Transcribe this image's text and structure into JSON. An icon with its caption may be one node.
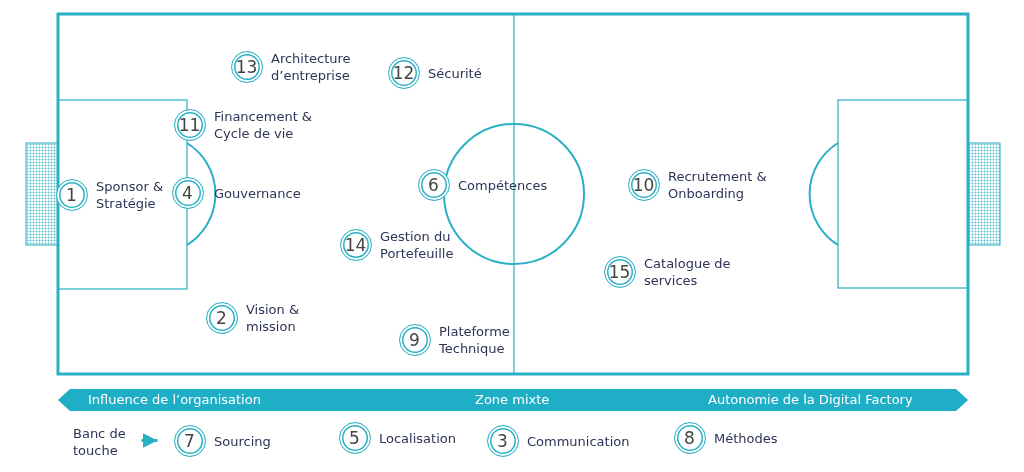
{
  "diagram": {
    "nodes": [
      {
        "text": [
          "13"
        ],
        "beside": [
          "Architecture d’entreprise"
        ]
      },
      {
        "text": [
          "12"
        ],
        "beside": [
          "Sécurité"
        ]
      },
      {
        "text": [
          "11"
        ],
        "beside": [
          "Financement & Cycle de vie"
        ]
      },
      {
        "text": [
          "1"
        ],
        "beside": [
          "Sponsor & Stratégie"
        ]
      },
      {
        "text": [
          "4"
        ],
        "beside": [
          "Gouvernance"
        ]
      },
      {
        "text": [
          "6"
        ],
        "beside": [
          "Compétences"
        ]
      },
      {
        "text": [
          "10"
        ],
        "beside": [
          "Recrutement & Onboarding"
        ]
      },
      {
        "text": [
          "14"
        ],
        "beside": [
          "Gestion du Portefeuille"
        ]
      },
      {
        "text": [
          "15"
        ],
        "beside": [
          "Catalogue de services"
        ]
      },
      {
        "text": [
          "2"
        ],
        "beside": [
          "Vision & mission"
        ]
      },
      {
        "text": [
          "9"
        ],
        "beside": [
          "Plateforme Technique"
        ]
      },
      {
        "text": [
          "Influence de l’organisation",
          "Zone mixte",
          "Autonomie de la Digital Factory"
        ]
      },
      {
        "text": [
          "Banc de touche"
        ]
      },
      {
        "text": [
          "7"
        ],
        "beside": [
          "Sourcing"
        ]
      },
      {
        "text": [
          "5"
        ],
        "beside": [
          "Localisation"
        ]
      },
      {
        "text": [
          "3"
        ],
        "beside": [
          "Communication"
        ]
      },
      {
        "text": [
          "8"
        ],
        "beside": [
          "Méthodes"
        ]
      }
    ],
    "edges": [
      {
        "from": 12,
        "to": 13,
        "arrow": "to"
      }
    ]
  }
}
